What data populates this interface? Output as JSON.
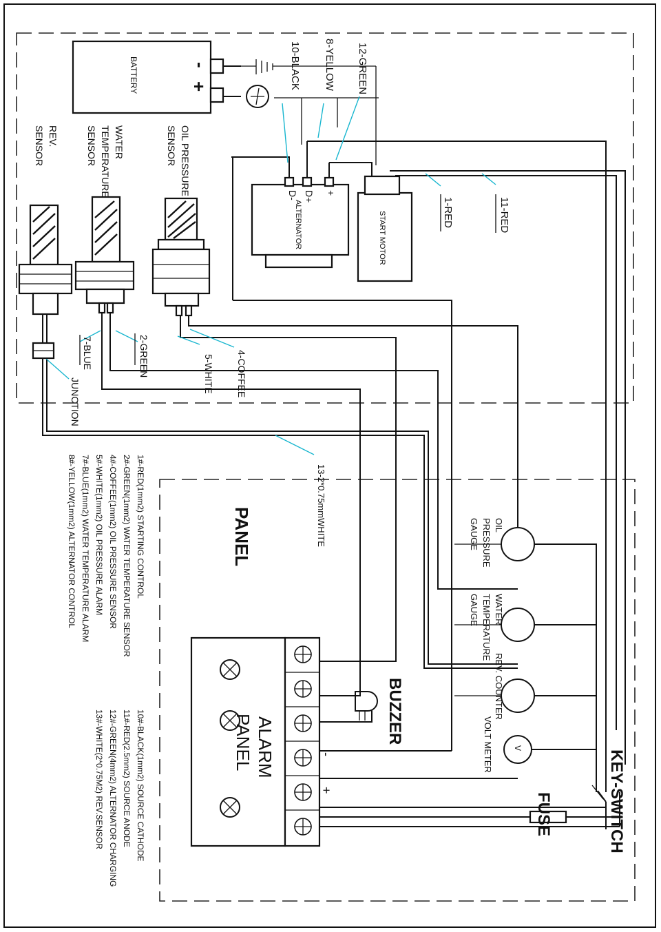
{
  "labels": {
    "wire_12": "12-GREEN",
    "wire_8": "8-YELLOW",
    "wire_10": "10-BLACK",
    "battery": "BATTERY",
    "batt_minus": "-",
    "batt_plus": "+",
    "alternator": "ALTERNATOR",
    "alt_d_minus": "D-",
    "alt_d_plus": "D+",
    "alt_plus": "+",
    "start_motor": "START MOTOR",
    "wire_1": "1-RED",
    "wire_11": "11-RED",
    "oil_sensor_1": "OIL PRESSURE",
    "oil_sensor_2": "SENSOR",
    "water_sensor_1": "WATER",
    "water_sensor_2": "TEMPERATURE",
    "water_sensor_3": "SENSOR",
    "rev_sensor_1": "REV.",
    "rev_sensor_2": "SENSOR",
    "wire_2": "2-GREEN",
    "wire_4": "4-COFFEE",
    "wire_5": "5-WHITE",
    "wire_7": "7-BLUE",
    "junction": "JUNCTION",
    "wire_13": "13-2*0.75mmWHITE",
    "panel": "PANEL",
    "gauge_oil_1": "OIL",
    "gauge_oil_2": "PRESSURE",
    "gauge_oil_3": "GAUGE",
    "gauge_water_1": "WATER",
    "gauge_water_2": "TEMPERATURE",
    "gauge_water_3": "GAUGE",
    "rev_counter": "REV. COUNTER",
    "volt_meter": "VOLT METER",
    "volt_symbol": "V",
    "buzzer": "BUZZER",
    "alarm_panel_1": "ALARM",
    "alarm_panel_2": "PANEL",
    "fuse": "FUSE",
    "key_switch": "KEY-SWITCH",
    "term_minus": "-",
    "term_plus": "+"
  },
  "legend_left": [
    "1#-RED(1mm2) STARTING CONTROL",
    "2#-GREEN(1mm2) WATER TEMPERATURE SENSOR",
    "4#-COFFEE(1mm2) OIL PRESSURE SENSOR",
    "5#-WHITE(1mm2) OIL PRESSURE ALARM",
    "7#-BLUE(1mm2) WATER TEMPERATURE ALARM",
    "8#-YELLOW(1mm2) ALTERNATOR CONTROL"
  ],
  "legend_right": [
    "10#-BLACK(1mm2) SOURCE CATHODE",
    "11#-RED(2.5mm2) SOURCE ANODE",
    "12#-GREEN(4mm2) ALTERNATOR CHARGING",
    "13#-WHITE(2*0.75M2) REV.SENSOR"
  ]
}
